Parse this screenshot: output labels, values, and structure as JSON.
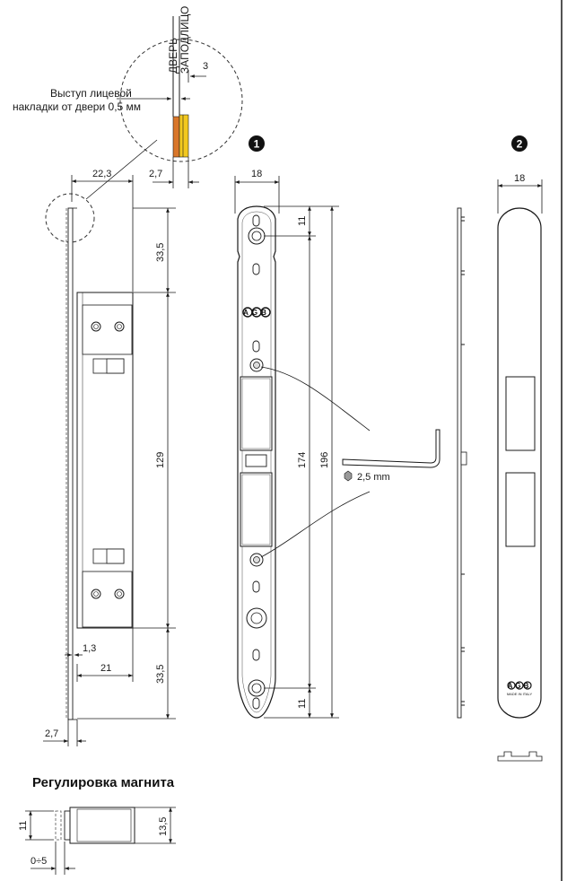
{
  "labels": {
    "door": "ДВЕРЬ",
    "flush": "ЗАПОДЛИЦО",
    "offset_line1": "Выступ лицевой",
    "offset_line2": "накладки от двери 0,5 мм",
    "hex_key": "2,5 mm",
    "magnet_title": "Регулировка магнита",
    "logo": "AGB",
    "made_in": "MADE IN ITALY"
  },
  "markers": {
    "one": "1",
    "two": "2"
  },
  "dimensions": {
    "d3": "3",
    "d22_3": "22,3",
    "d2_7_top": "2,7",
    "d18_a": "18",
    "d18_b": "18",
    "d11_top": "11",
    "d33_5_top": "33,5",
    "d129": "129",
    "d174": "174",
    "d196": "196",
    "d1_3": "1,3",
    "d21": "21",
    "d33_5_bot": "33,5",
    "d11_bot": "11",
    "d2_7_bot": "2,7",
    "m11": "11",
    "m13_5": "13,5",
    "m0_5": "0÷5"
  },
  "colors": {
    "orange": "#d9772a",
    "yellow": "#f2c81f",
    "line": "#1a1a1a"
  }
}
